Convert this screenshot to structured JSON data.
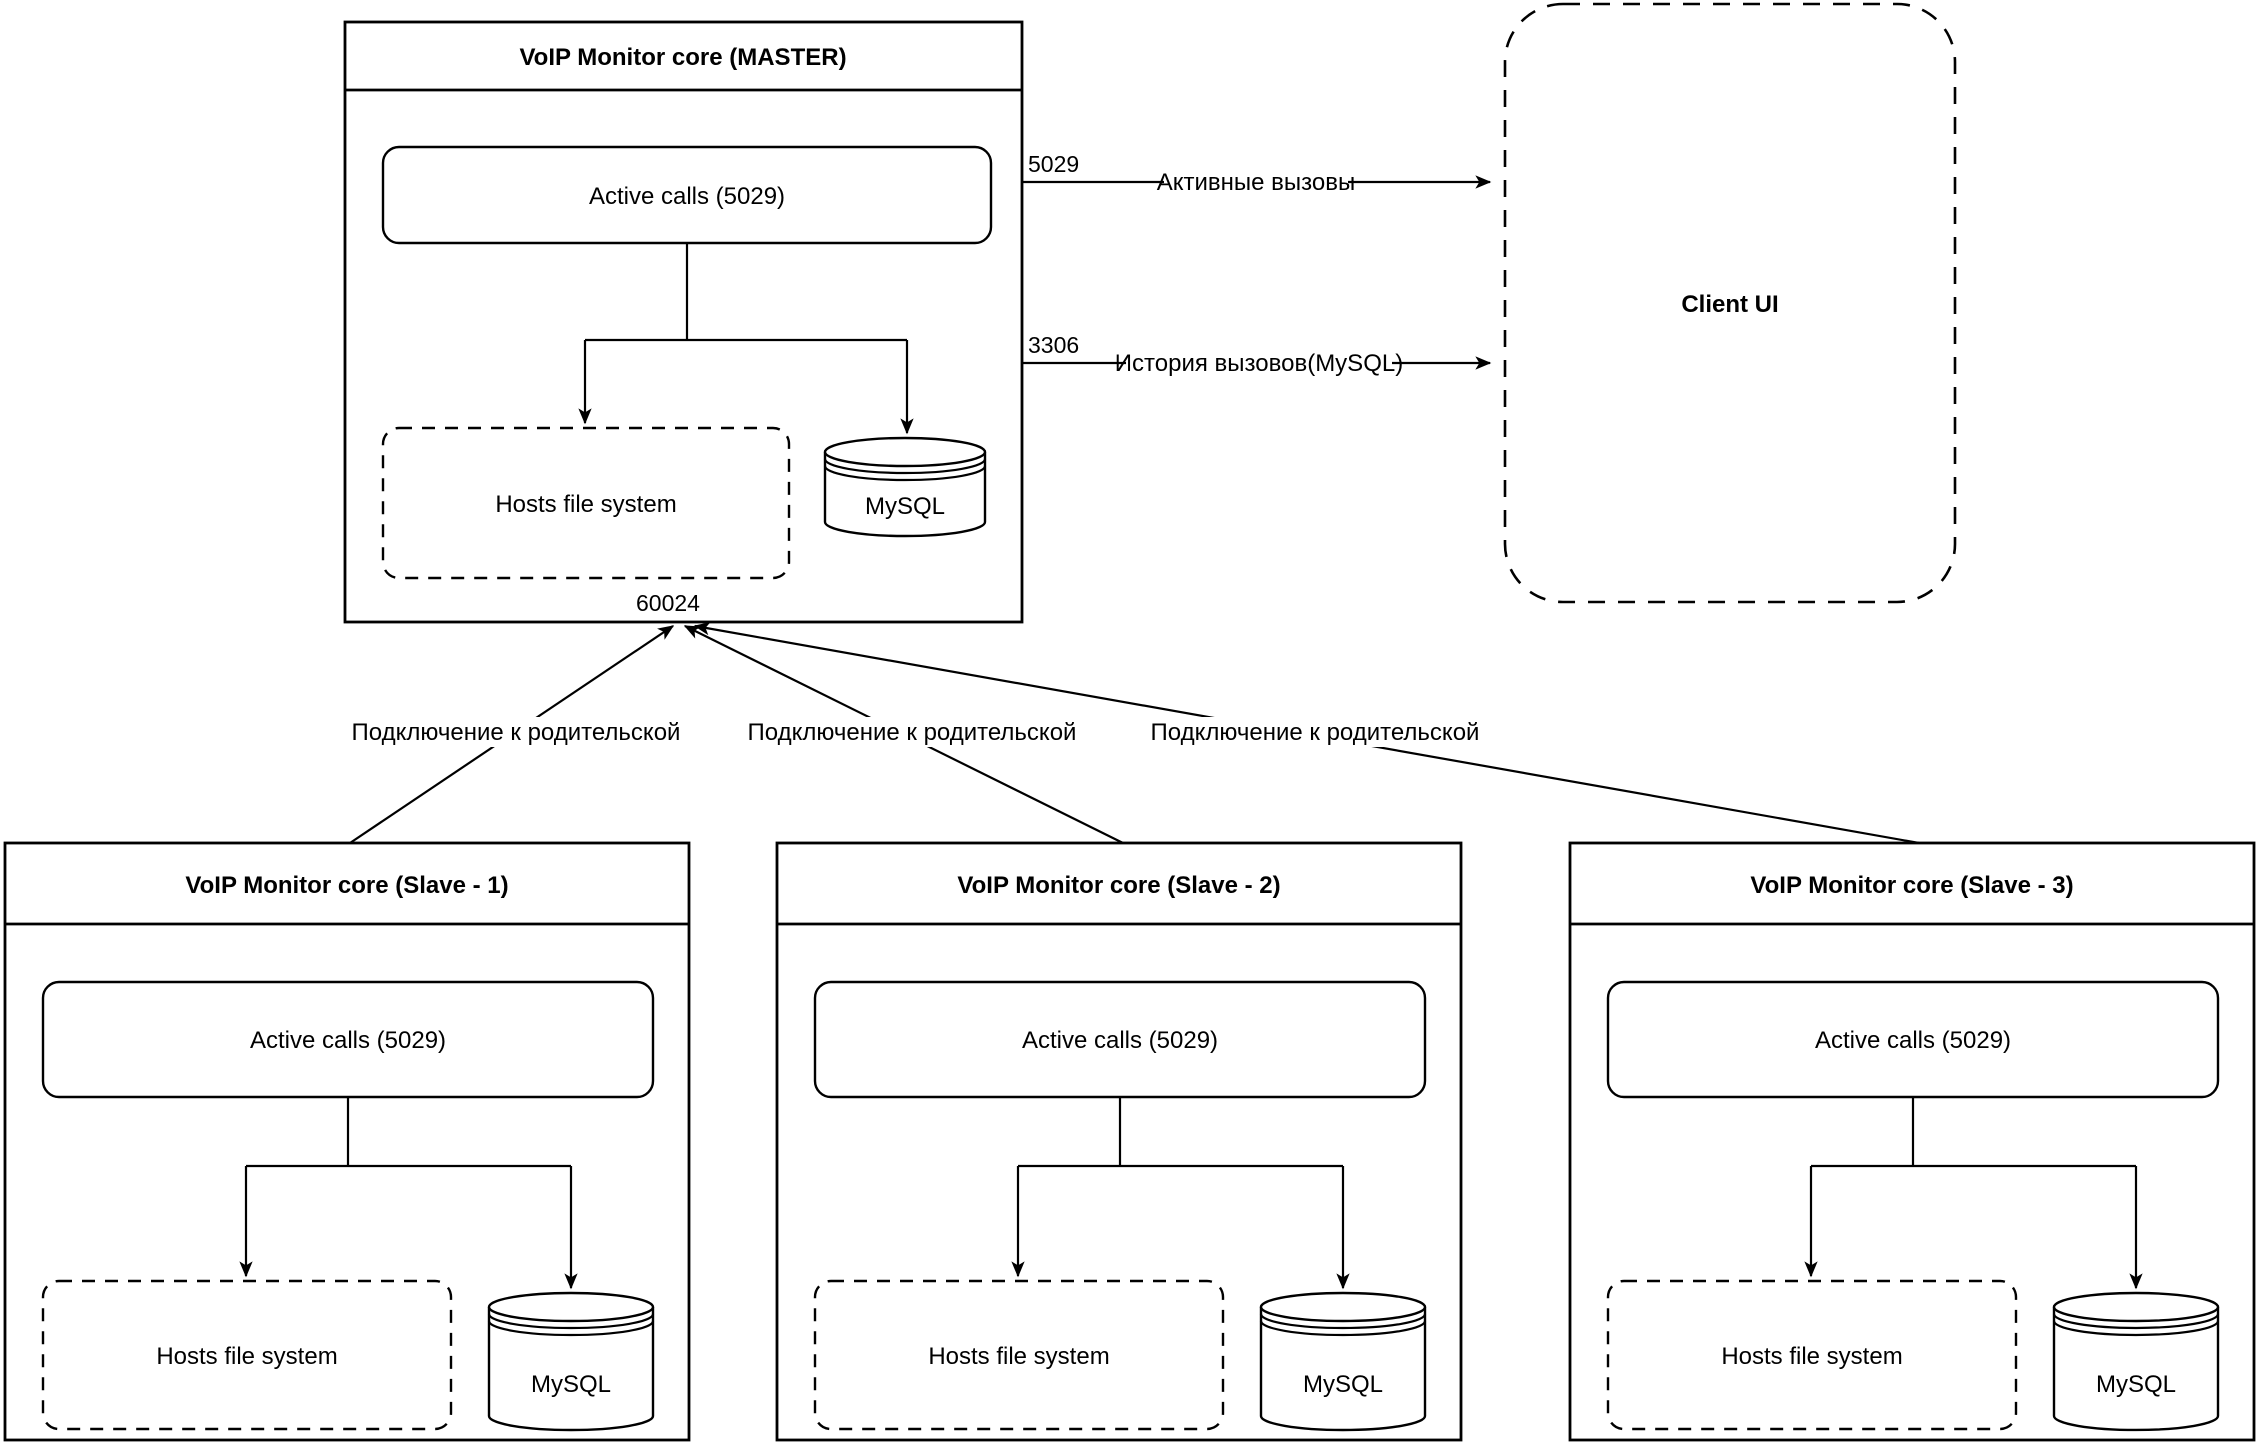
{
  "colors": {
    "stroke": "#000000",
    "background": "#ffffff",
    "text": "#000000"
  },
  "diagram": {
    "master": {
      "title": "VoIP Monitor core (MASTER)",
      "active_calls_label": "Active calls (5029)",
      "hosts_label": "Hosts file system",
      "mysql_label": "MySQL",
      "listen_port": "60024"
    },
    "client": {
      "title": "Client UI"
    },
    "edges": {
      "active_calls": {
        "port": "5029",
        "label": "Активные вызовы"
      },
      "call_history": {
        "port": "3306",
        "label": "История вызовов(MySQL)"
      }
    },
    "slave_links": [
      {
        "label": "Подключение к родительской"
      },
      {
        "label": "Подключение к родительской"
      },
      {
        "label": "Подключение к родительской"
      }
    ],
    "slaves": [
      {
        "title": "VoIP Monitor core (Slave - 1)",
        "active_calls_label": "Active calls (5029)",
        "hosts_label": "Hosts file system",
        "mysql_label": "MySQL"
      },
      {
        "title": "VoIP Monitor core (Slave - 2)",
        "active_calls_label": "Active calls (5029)",
        "hosts_label": "Hosts file system",
        "mysql_label": "MySQL"
      },
      {
        "title": "VoIP Monitor core (Slave - 3)",
        "active_calls_label": "Active calls (5029)",
        "hosts_label": "Hosts file system",
        "mysql_label": "MySQL"
      }
    ]
  }
}
